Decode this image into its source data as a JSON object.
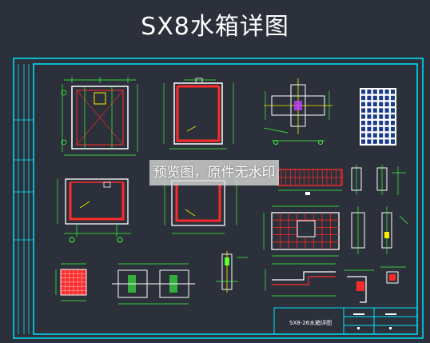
{
  "title": "SX8水箱详图",
  "watermark": "预览图，原件无水印",
  "title_block": {
    "drawing_label": "SX8-26水箱详图"
  },
  "colors": {
    "background": "#2b303a",
    "frame": "#00e5ff",
    "detail_lines": "#3cff3c",
    "rebar": "#ff2a2a",
    "text": "#ffffff",
    "walls": "#ffffff"
  }
}
